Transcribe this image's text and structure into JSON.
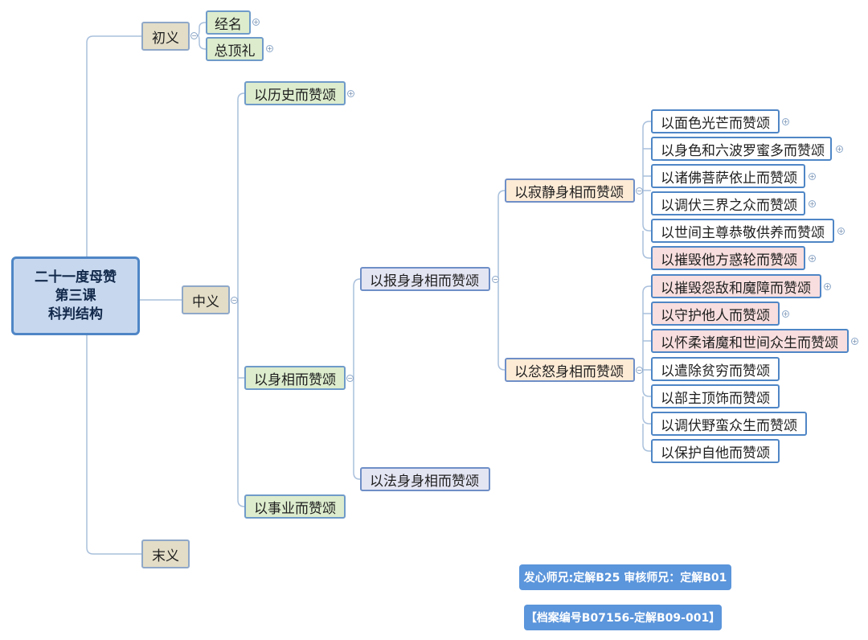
{
  "root": {
    "line1": "二十一度母赞",
    "line2": "第三课",
    "line3": "科判结构"
  },
  "level1": {
    "chuyi": "初义",
    "zhongyi": "中义",
    "moyi": "末义"
  },
  "chuyi_children": {
    "jingming": "经名",
    "zongdingli": "总顶礼"
  },
  "zhongyi_children": {
    "lishi": "以历史而赞颂",
    "shenxiang": "以身相而赞颂",
    "shiye": "以事业而赞颂"
  },
  "shenxiang_children": {
    "baoshen": "以报身身相而赞颂",
    "fashen": "以法身身相而赞颂"
  },
  "baoshen_children": {
    "jijing": "以寂静身相而赞颂",
    "fennu": "以忿怒身相而赞颂"
  },
  "jijing_children": [
    "以面色光芒而赞颂",
    "以身色和六波罗蜜多而赞颂",
    "以诸佛菩萨依止而赞颂",
    "以调伏三界之众而赞颂",
    "以世间主尊恭敬供养而赞颂",
    "以摧毁他方惑轮而赞颂"
  ],
  "fennu_children": [
    "以摧毁怨敌和魔障而赞颂",
    "以守护他人而赞颂",
    "以怀柔诸魔和世间众生而赞颂",
    "以遣除贫穷而赞颂",
    "以部主顶饰而赞颂",
    "以调伏野蛮众生而赞颂",
    "以保护自他而赞颂"
  ],
  "notes": {
    "reviewers": "发心师兄:定解B25 审核师兄：定解B01",
    "archive": "【档案编号B07156-定解B09-001】"
  },
  "markers": {
    "collapsed": "+",
    "expanded": "−"
  },
  "colors": {
    "line": "#a9c0dc",
    "root_fill": "#c7d8ee",
    "level1_fill": "#e3ddc7",
    "level2_fill": "#dceccd",
    "level3_fill": "#e4e5f3",
    "level4_fill": "#fdebd6",
    "leaf_fill": "#ffffff",
    "highlight_fill": "#f8dede",
    "note_fill": "#5b95db"
  }
}
